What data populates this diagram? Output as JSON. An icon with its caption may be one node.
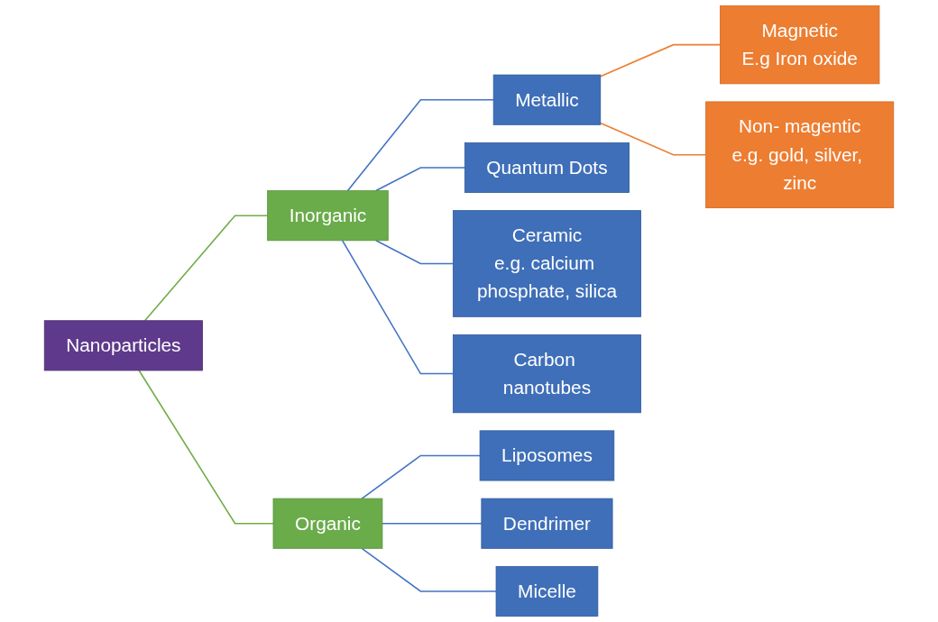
{
  "diagram": {
    "nodes": [
      {
        "text": [
          "Nanoparticles"
        ]
      },
      {
        "text": [
          "Inorganic"
        ]
      },
      {
        "text": [
          "Metallic"
        ]
      },
      {
        "text": [
          "Magnetic",
          "E.g Iron oxide"
        ]
      },
      {
        "text": [
          "Non- magentic",
          "e.g. gold, silver, zinc"
        ]
      },
      {
        "text": [
          "Quantum Dots"
        ]
      },
      {
        "text": [
          "Ceramic",
          "e.g. calcium phosphate, silica"
        ]
      },
      {
        "text": [
          "Carbon nanotubes"
        ]
      },
      {
        "text": [
          "Organic"
        ]
      },
      {
        "text": [
          "Liposomes"
        ]
      },
      {
        "text": [
          "Dendrimer"
        ]
      },
      {
        "text": [
          "Micelle"
        ]
      }
    ],
    "edges": [
      {
        "from": 0,
        "to": 1,
        "arrow": "none",
        "color": "#70ad47"
      },
      {
        "from": 0,
        "to": 8,
        "arrow": "none",
        "color": "#70ad47"
      },
      {
        "from": 1,
        "to": 2,
        "arrow": "none"
      },
      {
        "from": 1,
        "to": 5,
        "arrow": "none"
      },
      {
        "from": 1,
        "to": 6,
        "arrow": "none"
      },
      {
        "from": 1,
        "to": 7,
        "arrow": "none"
      },
      {
        "from": 2,
        "to": 3,
        "arrow": "none",
        "color": "#ed7d31"
      },
      {
        "from": 2,
        "to": 4,
        "arrow": "none",
        "color": "#ed7d31"
      },
      {
        "from": 8,
        "to": 9,
        "arrow": "none"
      },
      {
        "from": 8,
        "to": 10,
        "arrow": "none"
      },
      {
        "from": 8,
        "to": 11,
        "arrow": "none"
      }
    ]
  }
}
